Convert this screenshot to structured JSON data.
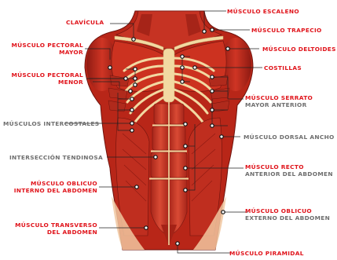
{
  "labels": {
    "clavicula": "CLAVÍCULA",
    "escaleno": "MÚSCULO ESCALENO",
    "trapecio": "MÚSCULO TRAPECIO",
    "pectoral_mayor_1": "MÚSCULO PECTORAL",
    "pectoral_mayor_2": "MAYOR",
    "deltoides": "MÚSCULO DELTOIDES",
    "pectoral_menor_1": "MÚSCULO PECTORAL",
    "pectoral_menor_2": "MENOR",
    "costillas": "COSTILLAS",
    "serrato_1": "MÚSCULO SERRATO",
    "serrato_2": "MAYOR ANTERIOR",
    "intercostales": "MÚSCULOS INTERCOSTALES",
    "dorsal": "MÚSCULO DORSAL ANCHO",
    "interseccion": "INTERSECCIÓN TENDINOSA",
    "recto_1": "MÚSCULO RECTO",
    "recto_2": "ANTERIOR DEL ABDOMEN",
    "oblicuo_int_1": "MÚSCULO OBLICUO",
    "oblicuo_int_2": "INTERNO DEL ABDOMEN",
    "oblicuo_ext_1": "MÚSCULO OBLICUO",
    "oblicuo_ext_2": "EXTERNO DEL ABDOMEN",
    "transverso_1": "MÚSCULO TRANSVERSO",
    "transverso_2": "DEL ABDOMEN",
    "piramidal": "MÚSCULO PIRAMIDAL"
  },
  "colors": {
    "label_red": "#e0141b",
    "label_grey": "#6e6e6e",
    "muscle": "#c42a1e",
    "muscle_dark": "#8e1a12",
    "bone": "#f2d9a2",
    "skin": "#f1c7a0"
  }
}
